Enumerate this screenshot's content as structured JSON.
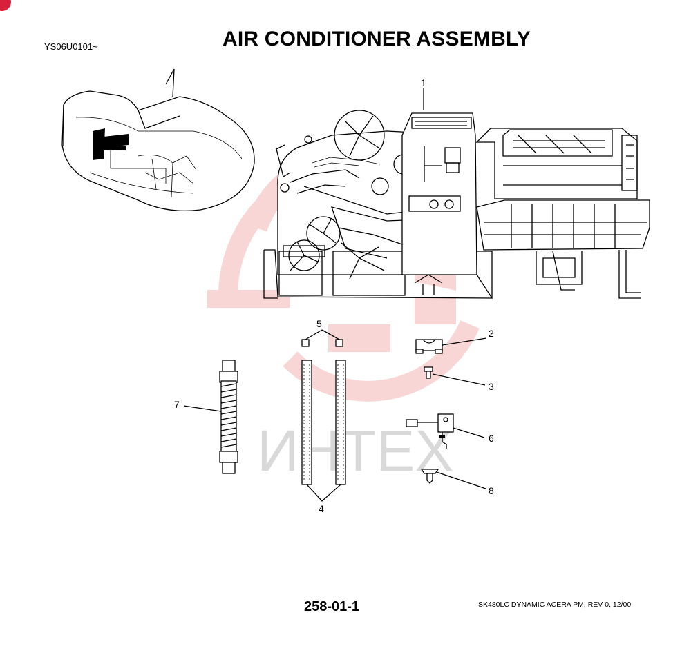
{
  "header": {
    "serial_range": "YS06U0101~",
    "title": "AIR CONDITIONER ASSEMBLY"
  },
  "footer": {
    "page_number": "258-01-1",
    "document_ref": "SK480LC DYNAMIC ACERA PM, REV 0, 12/00"
  },
  "watermark": {
    "text": "ИНТЕХ",
    "color": "#f4c0c0"
  },
  "callouts": {
    "c1": "1",
    "c2": "2",
    "c3": "3",
    "c4": "4",
    "c5": "5",
    "c6": "6",
    "c7": "7",
    "c8": "8"
  },
  "accent_color": "#d8203a"
}
